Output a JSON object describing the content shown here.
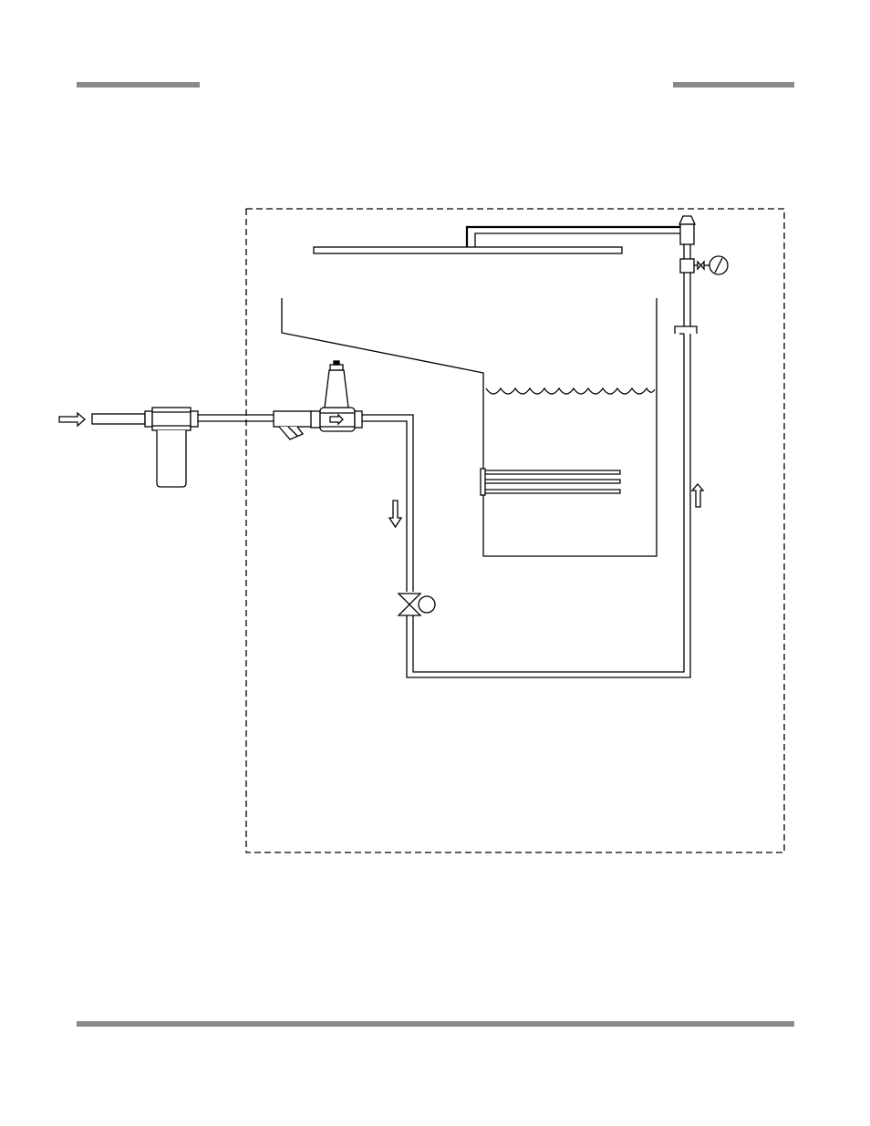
{
  "page": {
    "rule_color": "#8a8a8a"
  },
  "diagram": {
    "type": "water-supply-schematic",
    "stroke_color": "#000000",
    "components": [
      {
        "id": "inlet-arrow-icon",
        "kind": "flow-arrow",
        "direction": "right"
      },
      {
        "id": "water-filter-icon",
        "kind": "cartridge-filter"
      },
      {
        "id": "y-strainer-icon",
        "kind": "y-strainer"
      },
      {
        "id": "pressure-regulator-icon",
        "kind": "pressure-reducing-valve"
      },
      {
        "id": "solenoid-valve-icon",
        "kind": "solenoid-valve"
      },
      {
        "id": "spray-nozzle-icon",
        "kind": "nozzle"
      },
      {
        "id": "pressure-gauge-icon",
        "kind": "gauge"
      },
      {
        "id": "water-tank",
        "kind": "tank"
      },
      {
        "id": "heating-element-icon",
        "kind": "heater"
      }
    ],
    "flow_arrows": [
      {
        "id": "down-flow-arrow-icon",
        "direction": "down"
      },
      {
        "id": "up-flow-arrow-icon",
        "direction": "up"
      }
    ]
  }
}
